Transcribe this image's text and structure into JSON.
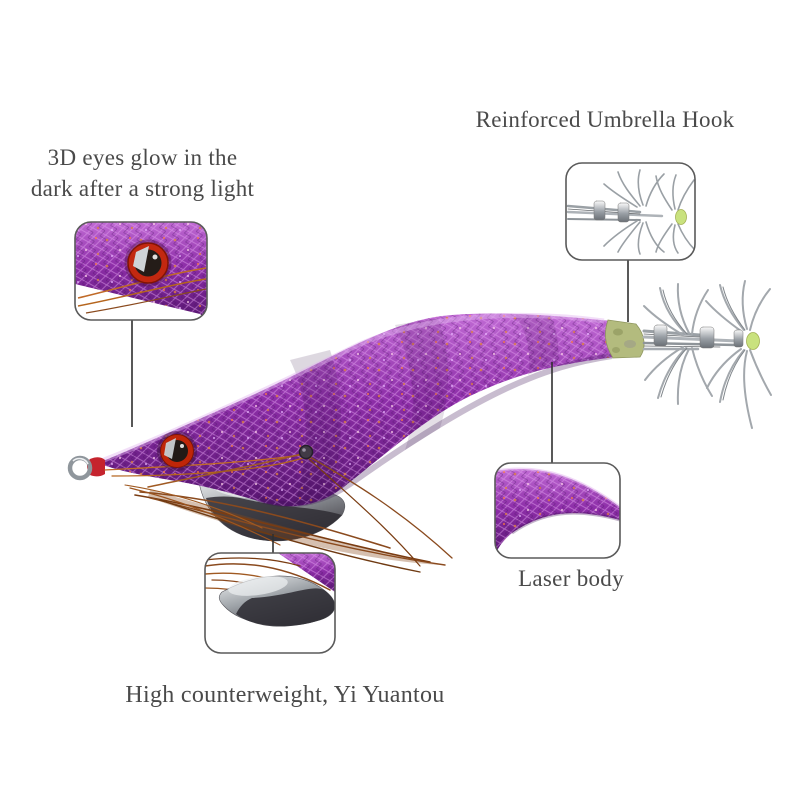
{
  "image": {
    "description": "Purple squid jig fishing lure product diagram with four feature callouts",
    "background": "#ffffff"
  },
  "annotations": {
    "eyes": {
      "label": "3D eyes glow in the\ndark after a strong light",
      "callout": "eye-closeup"
    },
    "hook": {
      "label": "Reinforced Umbrella Hook",
      "callout": "umbrella-hook-closeup"
    },
    "laser": {
      "label": "Laser body",
      "callout": "laser-body-closeup"
    },
    "counterweight": {
      "label": "High counterweight, Yi Yuantou",
      "callout": "counterweight-closeup"
    }
  },
  "colors": {
    "label_text": "#4a4a4a",
    "leader_line": "#2f2f2f",
    "callout_border": "#5a5a5a",
    "body_purple": "#8d2ea8",
    "body_purple_light": "#c06ad4",
    "body_purple_dark": "#571570",
    "sparkle_copper": "#e0813c",
    "eye_ring_red": "#bf2608",
    "eye_pupil": "#221a16",
    "glow_band_green": "#b3bb7e",
    "glow_tip_green": "#c9e27e",
    "hook_metal": "#a3a8ad",
    "counterweight_silver": "#d9dadc",
    "counterweight_dark": "#2f2d34",
    "feather_brown": "#8a4a1e",
    "nose_red": "#c5242e"
  }
}
